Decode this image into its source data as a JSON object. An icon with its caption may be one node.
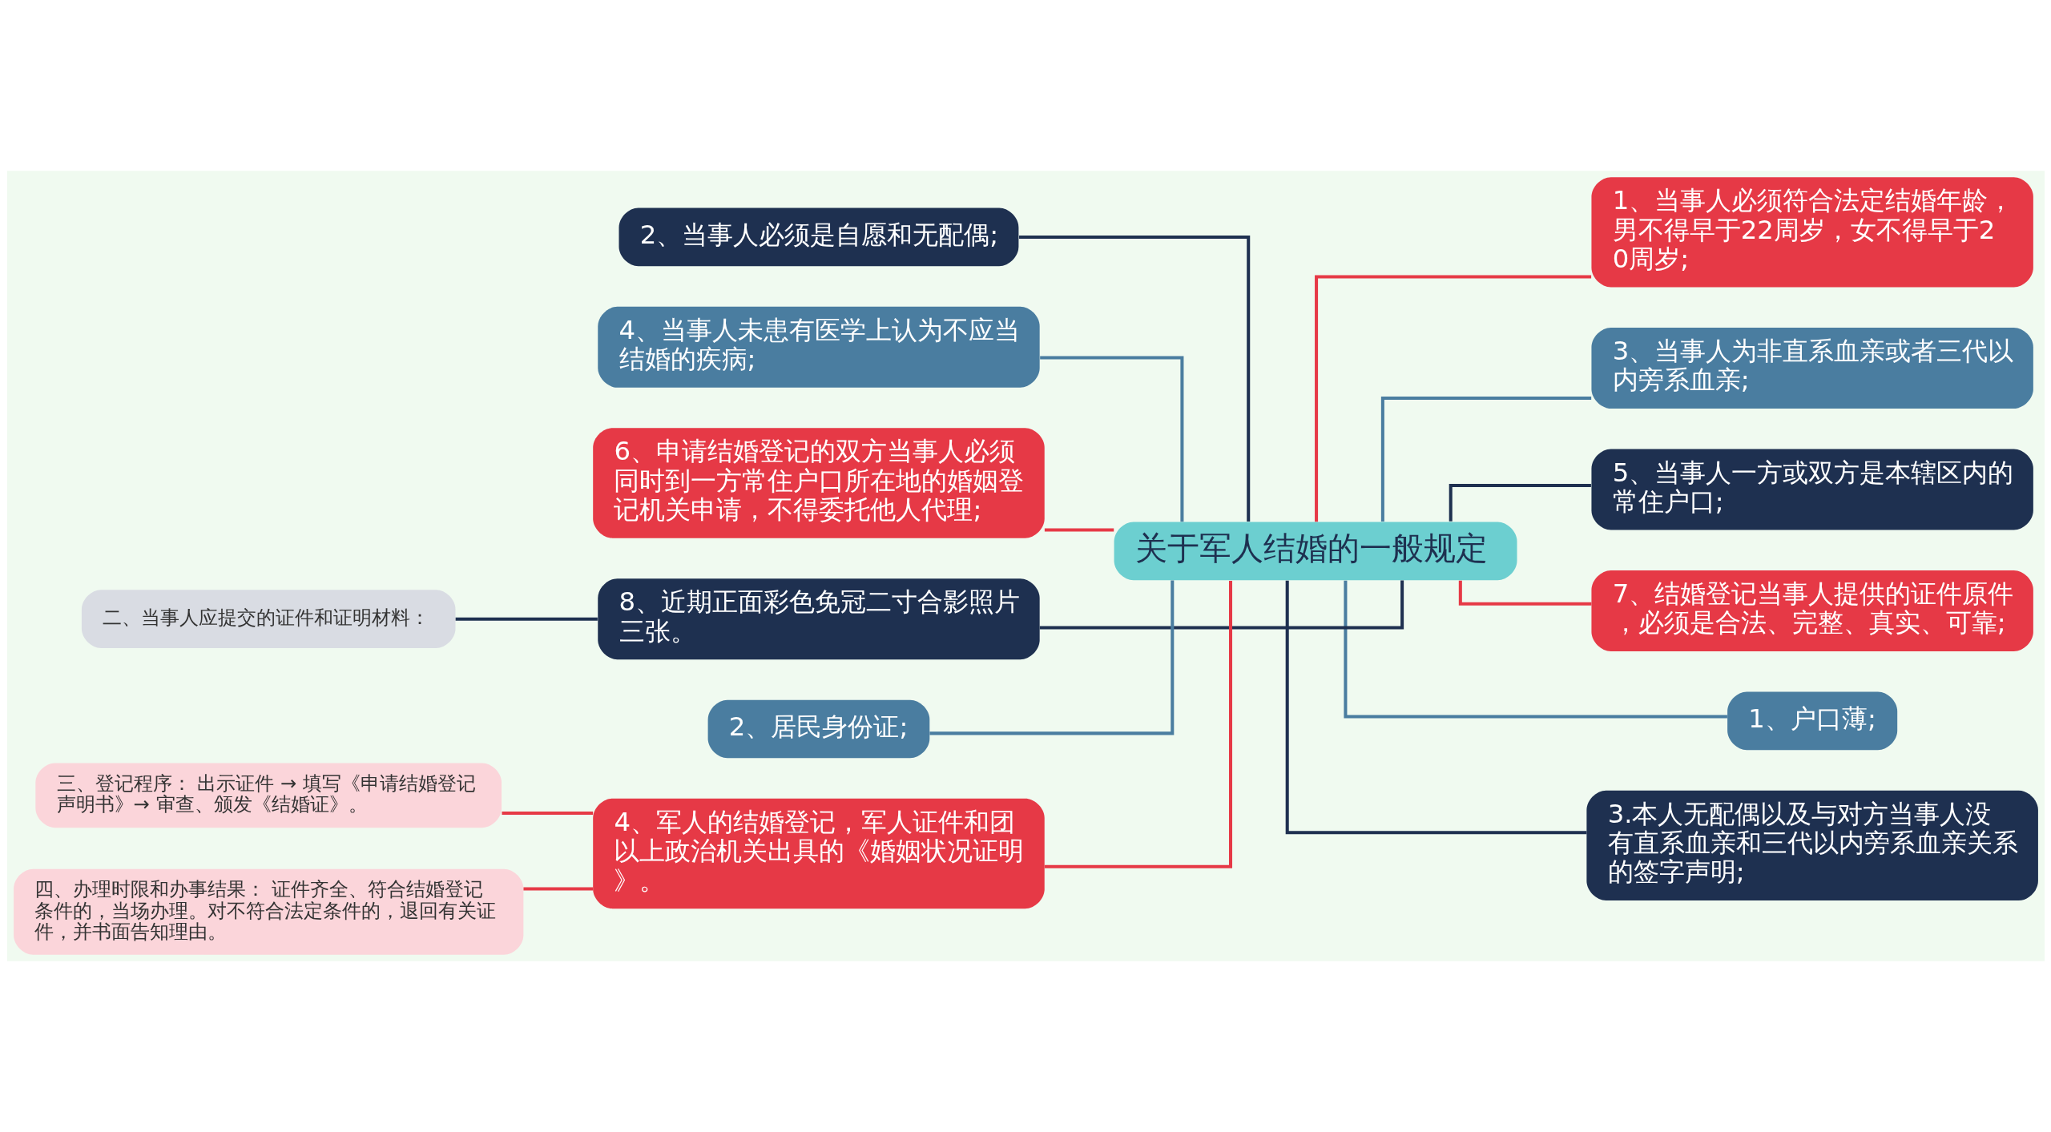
{
  "diagram": {
    "nodes": [
      {
        "text": [
          "关于军人结婚的一般规定"
        ]
      },
      {
        "text": [
          "2、当事人必须是自愿和无配偶;"
        ]
      },
      {
        "text": [
          "4、当事人未患有医学上认为不应当结婚的疾病;"
        ]
      },
      {
        "text": [
          "6、申请结婚登记的双方当事人必须同时到一方常住户口所在地的婚姻登记机关申请，不得委托他人代理;"
        ]
      },
      {
        "text": [
          "8、近期正面彩色免冠二寸合影照片三张。"
        ]
      },
      {
        "text": [
          "2、居民身份证;"
        ]
      },
      {
        "text": [
          "4、军人的结婚登记，军人证件和团以上政治机关出具的《婚姻状况证明》。"
        ]
      },
      {
        "text": [
          "二、当事人应提交的证件和证明材料："
        ]
      },
      {
        "text": [
          "三、登记程序： 出示证件 → 填写《申请结婚登记声明书》→ 审查、颁发《结婚证》。"
        ]
      },
      {
        "text": [
          "四、办理时限和办事结果： 证件齐全、符合结婚登记条件的，当场办理。对不符合法定条件的，退回有关证件，并书面告知理由。"
        ]
      },
      {
        "text": [
          "1、当事人必须符合法定结婚年龄，男不得早于22周岁，女不得早于20周岁;"
        ]
      },
      {
        "text": [
          "3、当事人为非直系血亲或者三代以内旁系血亲;"
        ]
      },
      {
        "text": [
          "5、当事人一方或双方是本辖区内的常住户口;"
        ]
      },
      {
        "text": [
          "7、结婚登记当事人提供的证件原件，必须是合法、完整、真实、可靠;"
        ]
      },
      {
        "text": [
          "1、户口薄;"
        ]
      },
      {
        "text": [
          "3.本人无配偶以及与对方当事人没有直系血亲和三代以内旁系血亲关系的签字声明;"
        ]
      }
    ],
    "edges": [
      {
        "from": 0,
        "to": 1,
        "arrow": "none",
        "color": "#1e3050"
      },
      {
        "from": 0,
        "to": 2,
        "arrow": "none",
        "color": "#4a7da0"
      },
      {
        "from": 0,
        "to": 3,
        "arrow": "none"
      },
      {
        "from": 0,
        "to": 4,
        "arrow": "none",
        "color": "#1e3050"
      },
      {
        "from": 0,
        "to": 5,
        "arrow": "none",
        "color": "#4a7da0"
      },
      {
        "from": 0,
        "to": 6,
        "arrow": "none"
      },
      {
        "from": 4,
        "to": 7,
        "arrow": "none",
        "color": "#1e3050"
      },
      {
        "from": 6,
        "to": 8,
        "arrow": "none"
      },
      {
        "from": 6,
        "to": 9,
        "arrow": "none"
      },
      {
        "from": 0,
        "to": 10,
        "arrow": "none"
      },
      {
        "from": 0,
        "to": 11,
        "arrow": "none",
        "color": "#4a7da0"
      },
      {
        "from": 0,
        "to": 12,
        "arrow": "none",
        "color": "#1e3050"
      },
      {
        "from": 0,
        "to": 13,
        "arrow": "none"
      },
      {
        "from": 0,
        "to": 14,
        "arrow": "none",
        "color": "#4a7da0"
      },
      {
        "from": 0,
        "to": 15,
        "arrow": "none",
        "color": "#1e3050"
      }
    ]
  }
}
